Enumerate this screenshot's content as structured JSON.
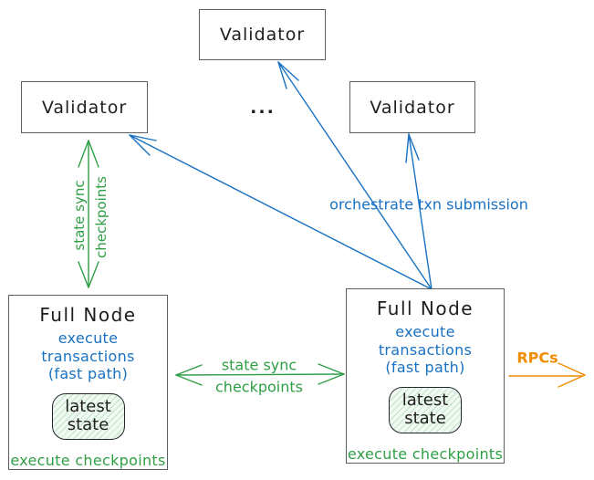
{
  "diagram": {
    "title_hint": "validator and full node state sync topology",
    "validators": {
      "top": "Validator",
      "left": "Validator",
      "right": "Validator"
    },
    "ellipsis": "...",
    "full_nodes": {
      "left": {
        "title": "Full Node",
        "exec_line1": "execute transactions",
        "exec_line2": "(fast path)",
        "state_line1": "latest",
        "state_line2": "state",
        "footer": "execute checkpoints"
      },
      "right": {
        "title": "Full Node",
        "exec_line1": "execute transactions",
        "exec_line2": "(fast path)",
        "state_line1": "latest",
        "state_line2": "state",
        "footer": "execute checkpoints"
      }
    },
    "labels": {
      "sync_vertical_1": "state sync",
      "sync_vertical_2": "checkpoints",
      "sync_horizontal_1": "state sync",
      "sync_horizontal_2": "checkpoints",
      "orchestrate": "orchestrate txn submission",
      "rpcs": "RPCs"
    },
    "colors": {
      "blue": "#1971c2",
      "green": "#2f9e44",
      "orange": "#f08c00",
      "ink": "#1e1e1e",
      "border": "#5b5f64"
    }
  }
}
